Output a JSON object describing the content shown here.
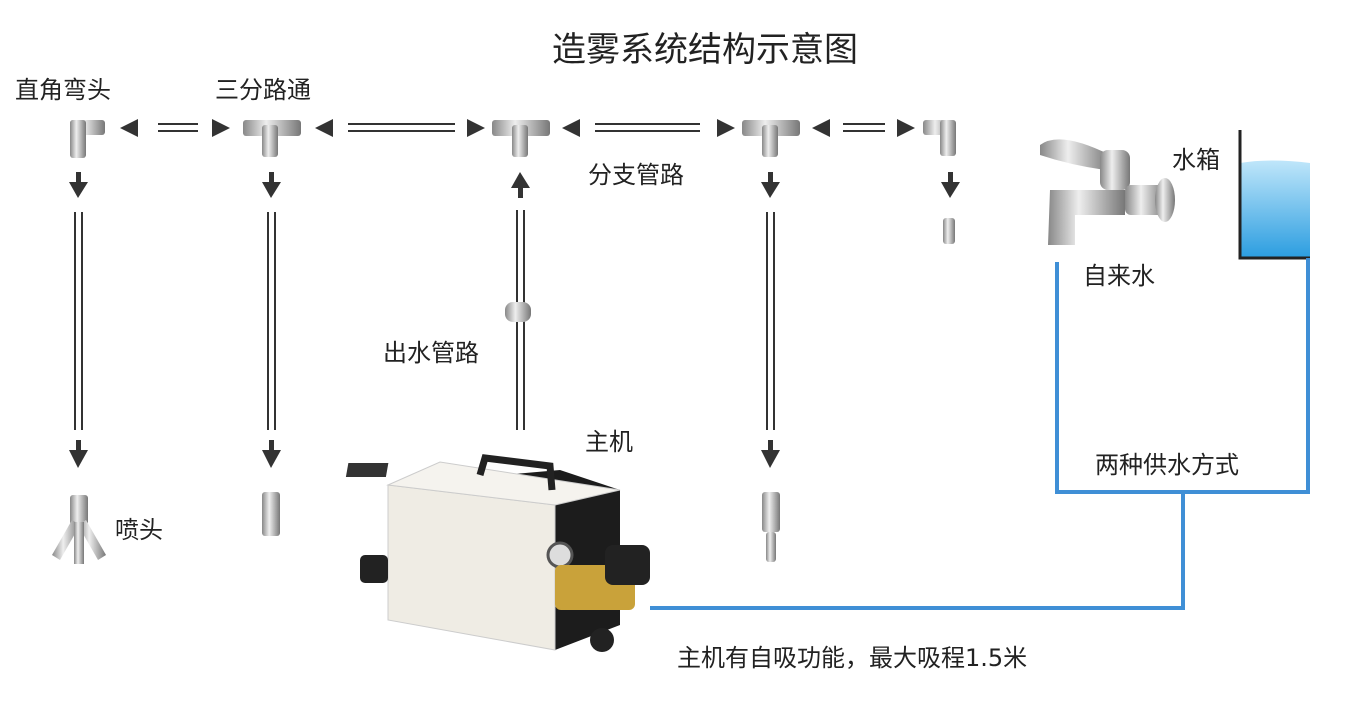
{
  "title": "造雾系统结构示意图",
  "labels": {
    "elbow": "直角弯头",
    "tee": "三分路通",
    "branch_pipe": "分支管路",
    "water_tank": "水箱",
    "tap_water": "自来水",
    "outlet_pipe": "出水管路",
    "main_unit": "主机",
    "supply_methods": "两种供水方式",
    "nozzle": "喷头",
    "self_priming_note": "主机有自吸功能，最大吸程1.5米"
  },
  "colors": {
    "pipe_blue": "#3f8fd6",
    "water_blue": "#4ab0e8",
    "arrow": "#333333"
  }
}
